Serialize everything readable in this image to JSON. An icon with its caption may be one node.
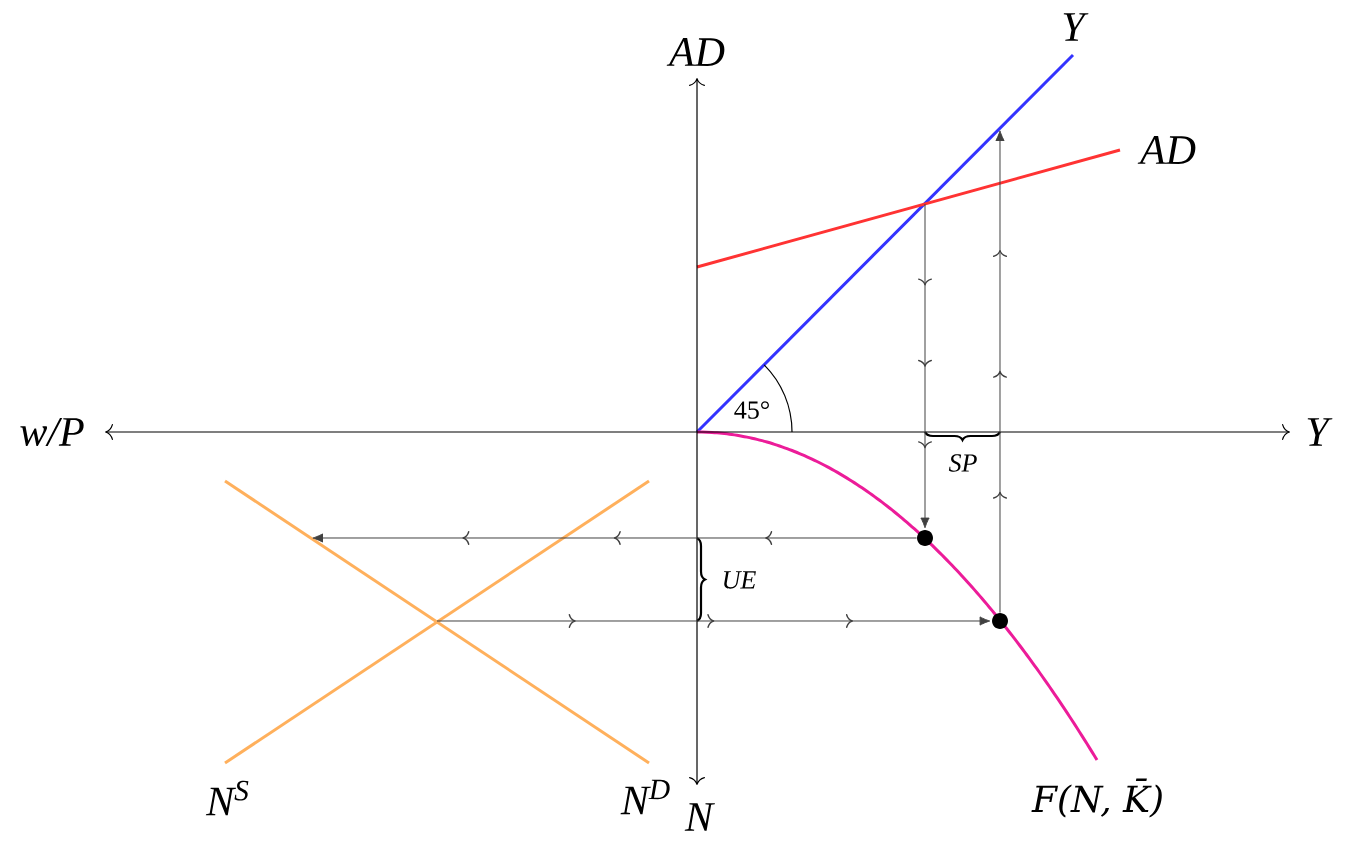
{
  "diagram": {
    "nodes": [
      {
        "text": [],
        "shape": "circle"
      },
      {
        "text": [],
        "shape": "circle"
      }
    ],
    "edges": [
      {
        "from": null,
        "to": 0,
        "arrow": "to"
      },
      {
        "from": 0,
        "to": null,
        "arrow": "to"
      },
      {
        "from": null,
        "to": 1,
        "arrow": "to"
      },
      {
        "from": 1,
        "to": null,
        "arrow": "to"
      }
    ],
    "labels": [
      "Y",
      "AD",
      "AD",
      "45°",
      "w/P",
      "Y",
      "SP",
      "UE",
      "N$^{S}$",
      "N$^{D}$",
      "F(N, K̄)",
      "N"
    ]
  }
}
